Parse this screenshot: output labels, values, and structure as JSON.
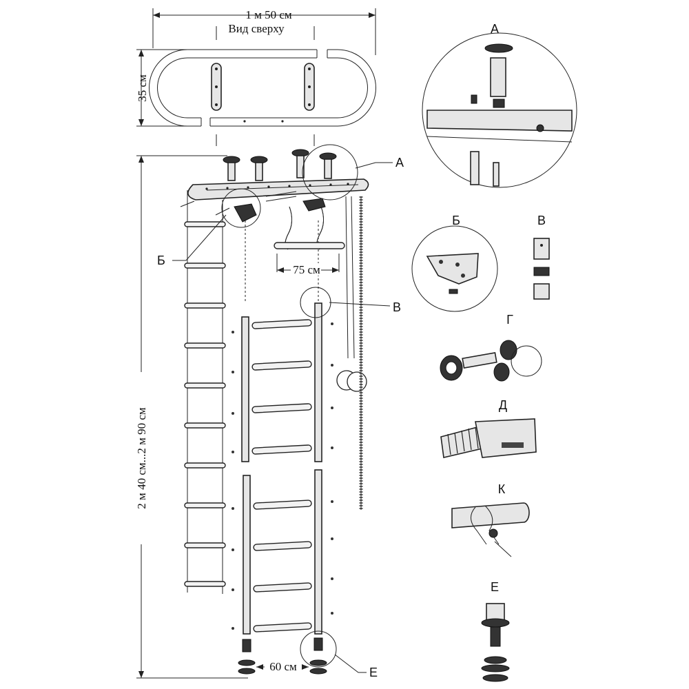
{
  "top_view": {
    "width_label": "1 м 50 см",
    "caption": "Вид сверху",
    "depth_label": "35 см"
  },
  "dimensions": {
    "height_label": "2 м 40 см...2 м 90 см",
    "bar_label": "75 см",
    "base_label": "60 см"
  },
  "callouts": {
    "A": "А",
    "B": "Б",
    "V": "В",
    "E": "Е"
  },
  "details": {
    "A": "А",
    "B": "Б",
    "V": "В",
    "G": "Г",
    "D": "Д",
    "K": "К",
    "E": "Е"
  }
}
